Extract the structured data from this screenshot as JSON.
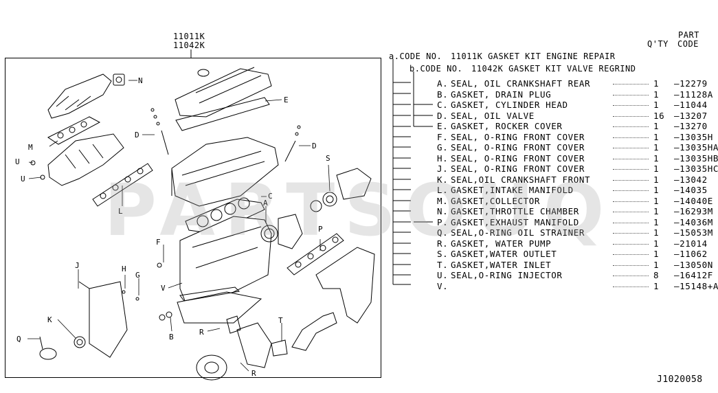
{
  "header": {
    "kit_code_top": "11011K",
    "kit_code_bottom": "11042K",
    "col_part": "PART",
    "col_qty": "Q'TY",
    "col_code": "CODE"
  },
  "code_lines": {
    "a_prefix": "a.CODE NO.",
    "a_text": "11011K GASKET KIT ENGINE REPAIR",
    "b_prefix": "b.CODE NO.",
    "b_text": "11042K GASKET KIT VALVE REGRIND"
  },
  "parts": [
    {
      "letter": "A.",
      "desc": "SEAL, OIL CRANKSHAFT REAR",
      "qty": "1",
      "code": "—12279"
    },
    {
      "letter": "B.",
      "desc": "GASKET, DRAIN PLUG",
      "qty": "1",
      "code": "—11128A"
    },
    {
      "letter": "C.",
      "desc": "GASKET, CYLINDER HEAD",
      "qty": "1",
      "code": "—11044"
    },
    {
      "letter": "D.",
      "desc": "SEAL, OIL VALVE",
      "qty": "16",
      "code": "—13207"
    },
    {
      "letter": "E.",
      "desc": "GASKET, ROCKER COVER",
      "qty": "1",
      "code": "—13270"
    },
    {
      "letter": "F.",
      "desc": "SEAL, O-RING FRONT COVER",
      "qty": "1",
      "code": "—13035H"
    },
    {
      "letter": "G.",
      "desc": "SEAL, O-RING FRONT COVER",
      "qty": "1",
      "code": "—13035HA"
    },
    {
      "letter": "H.",
      "desc": "SEAL, O-RING FRONT COVER",
      "qty": "1",
      "code": "—13035HB"
    },
    {
      "letter": "J.",
      "desc": "SEAL, O-RING FRONT COVER",
      "qty": "1",
      "code": "—13035HC"
    },
    {
      "letter": "K.",
      "desc": "SEAL,OIL CRANKSHAFT FRONT",
      "qty": "1",
      "code": "—13042"
    },
    {
      "letter": "L.",
      "desc": "GASKET,INTAKE MANIFOLD",
      "qty": "1",
      "code": "—14035"
    },
    {
      "letter": "M.",
      "desc": "GASKET,COLLECTOR",
      "qty": "1",
      "code": "—14040E"
    },
    {
      "letter": "N.",
      "desc": "GASKET,THROTTLE CHAMBER",
      "qty": "1",
      "code": "—16293M"
    },
    {
      "letter": "P.",
      "desc": "GASKET,EXHAUST MANIFOLD",
      "qty": "1",
      "code": "—14036M"
    },
    {
      "letter": "Q.",
      "desc": "SEAL,O-RING OIL STRAINER",
      "qty": "1",
      "code": "—15053M"
    },
    {
      "letter": "R.",
      "desc": "GASKET, WATER PUMP",
      "qty": "1",
      "code": "—21014"
    },
    {
      "letter": "S.",
      "desc": "GASKET,WATER OUTLET",
      "qty": "1",
      "code": "—11062"
    },
    {
      "letter": "T.",
      "desc": "GASKET,WATER INLET",
      "qty": "1",
      "code": "—13050N"
    },
    {
      "letter": "U.",
      "desc": "SEAL,O-RING INJECTOR",
      "qty": "8",
      "code": "—16412F"
    },
    {
      "letter": "V.",
      "desc": "",
      "qty": "1",
      "code": "—15148+A"
    }
  ],
  "callouts": {
    "A": "A",
    "B": "B",
    "C": "C",
    "D1": "D",
    "D2": "D",
    "E": "E",
    "F": "F",
    "G": "G",
    "H": "H",
    "J": "J",
    "K": "K",
    "L": "L",
    "M": "M",
    "N": "N",
    "P": "P",
    "Q": "Q",
    "R1": "R",
    "R2": "R",
    "S": "S",
    "T": "T",
    "U1": "U",
    "U2": "U",
    "V": "V"
  },
  "footer": {
    "drawing_id": "J1020058"
  },
  "watermark": "PARTSOUQ"
}
